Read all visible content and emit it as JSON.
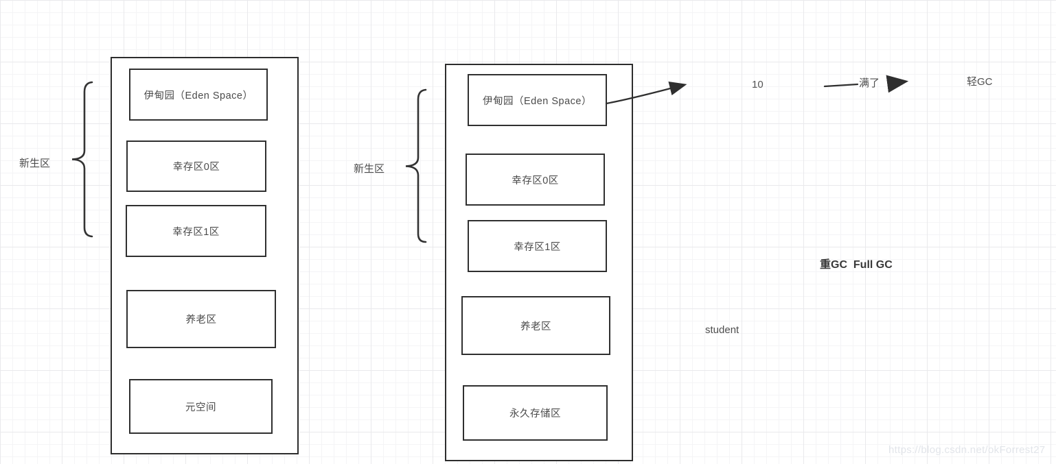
{
  "left": {
    "group_label": "新生区",
    "eden": "伊甸园（Eden Space）",
    "survivor0": "幸存区0区",
    "survivor1": "幸存区1区",
    "tenured": "养老区",
    "metaspace": "元空间"
  },
  "middle": {
    "group_label": "新生区",
    "eden": "伊甸园（Eden Space）",
    "survivor0": "幸存区0区",
    "survivor1": "幸存区1区",
    "tenured": "养老区",
    "permanent": "永久存储区"
  },
  "annotations": {
    "age_count": "10",
    "full_text": "满了",
    "minor_gc": "轻GC",
    "major_gc": "重GC  Full GC",
    "object_name": "student"
  },
  "watermark": {
    "text": "https://blog.csdn.net/okForrest27"
  },
  "colors": {
    "stroke": "#2f2f2f",
    "text": "#4a4a4a",
    "grid_fine": "#f4f4f6",
    "grid_coarse": "#e9e9ec",
    "watermark": "#e2e5ea",
    "background": "#ffffff"
  }
}
